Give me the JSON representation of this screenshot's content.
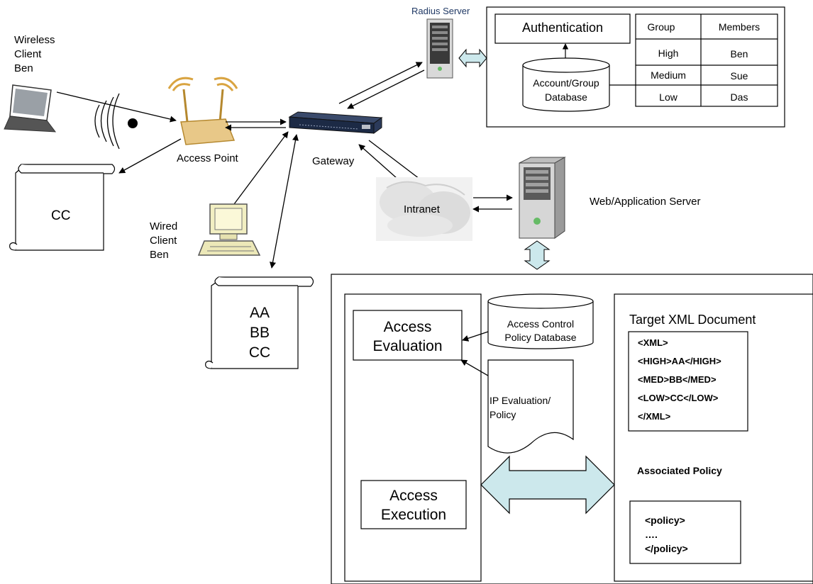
{
  "labels": {
    "radius_server": "Radius Server",
    "wireless_client": "Wireless\nClient\nBen",
    "access_point": "Access Point",
    "gateway": "Gateway",
    "wired_client": "Wired\nClient\nBen",
    "intranet": "Intranet",
    "web_app_server": "Web/Application Server",
    "cc_doc": "CC",
    "aabbcc_doc": "AA\nBB\nCC"
  },
  "auth": {
    "title": "Authentication",
    "database": "Account/Group\nDatabase",
    "table_headers": [
      "Group",
      "Members"
    ],
    "table_rows": [
      [
        "High",
        "Ben"
      ],
      [
        "Medium",
        "Sue"
      ],
      [
        "Low",
        "Das"
      ]
    ]
  },
  "lower": {
    "access_evaluation": "Access\nEvaluation",
    "acp_database": "Access Control\nPolicy Database",
    "ip_eval": "IP Evaluation/\nPolicy",
    "access_execution": "Access\nExecution",
    "target_title": "Target XML Document",
    "xml_lines": [
      "<XML>",
      "<HIGH>AA</HIGH>",
      "<MED>BB</MED>",
      "<LOW>CC</LOW>",
      "</XML>"
    ],
    "associated_policy": "Associated Policy",
    "policy_lines": [
      "<policy>",
      "….",
      "</policy>"
    ]
  },
  "colors": {
    "radius_label": "#1f3864",
    "arrow_fill": "#cce8ec",
    "wifi_orange": "#d9a441",
    "gateway_body": "#1c2a45"
  }
}
